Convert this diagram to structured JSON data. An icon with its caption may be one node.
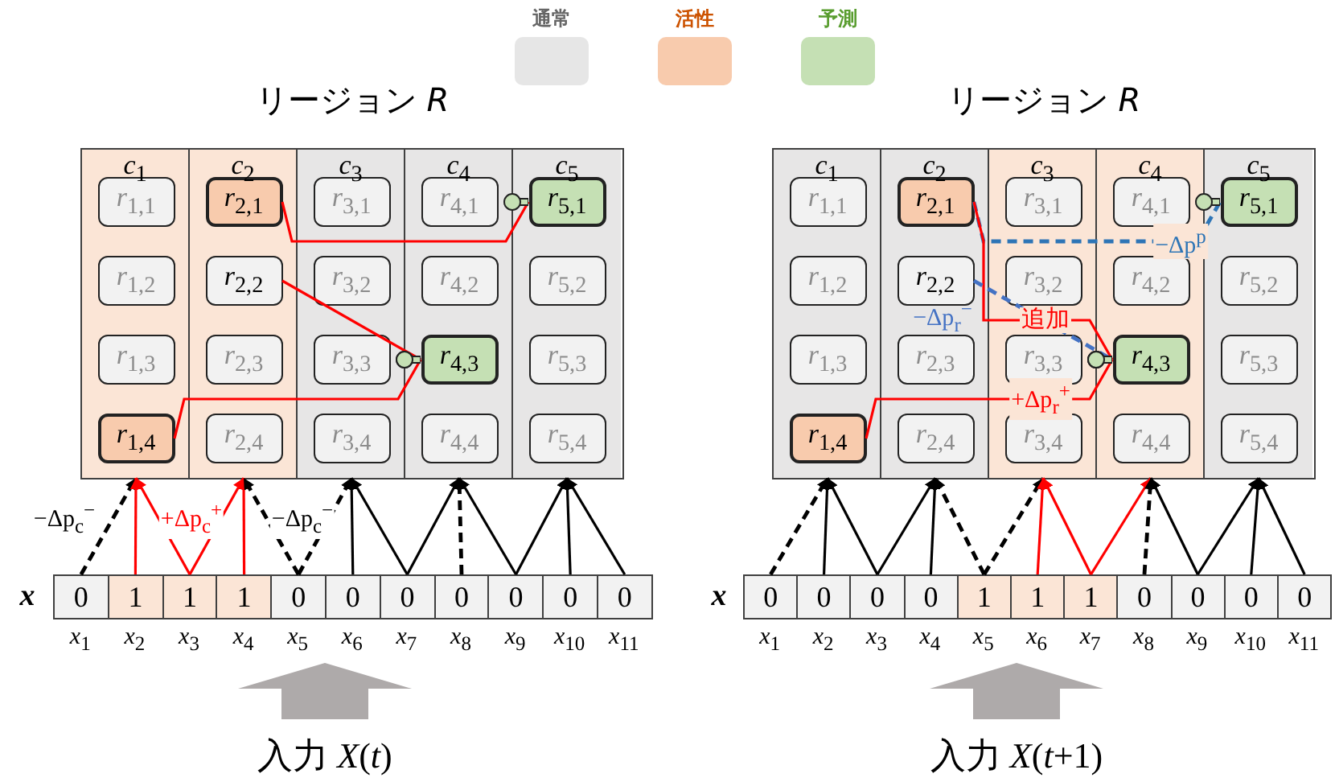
{
  "diagram": {
    "nodes": [
      {
        "text": [
          "リージョン *R*"
        ]
      },
      {
        "text": [
          "c$_{1}$"
        ],
        "in": 0
      },
      {
        "text": [
          "r$_{1,1}$"
        ],
        "in": 1
      },
      {
        "text": [
          "r$_{1,2}$"
        ],
        "in": 1
      },
      {
        "text": [
          "r$_{1,3}$"
        ],
        "in": 1
      },
      {
        "text": [
          "r$_{1,4}$"
        ],
        "in": 1
      },
      {
        "text": [
          "c$_{2}$"
        ],
        "in": 0
      },
      {
        "text": [
          "r$_{2,1}$"
        ],
        "in": 6
      },
      {
        "text": [
          "r$_{2,2}$"
        ],
        "in": 6
      },
      {
        "text": [
          "r$_{2,3}$"
        ],
        "in": 6
      },
      {
        "text": [
          "r$_{2,4}$"
        ],
        "in": 6
      },
      {
        "text": [
          "c$_{3}$"
        ],
        "in": 0
      },
      {
        "text": [
          "r$_{3,1}$"
        ],
        "in": 11
      },
      {
        "text": [
          "r$_{3,2}$"
        ],
        "in": 11
      },
      {
        "text": [
          "r$_{3,3}$"
        ],
        "in": 11
      },
      {
        "text": [
          "r$_{3,4}$"
        ],
        "in": 11
      },
      {
        "text": [
          "c$_{4}$"
        ],
        "in": 0
      },
      {
        "text": [
          "r$_{4,1}$"
        ],
        "in": 16
      },
      {
        "text": [
          "r$_{4,2}$"
        ],
        "in": 16
      },
      {
        "text": [
          "r$_{4,3}$"
        ],
        "in": 16
      },
      {
        "text": [
          "r$_{4,4}$"
        ],
        "in": 16
      },
      {
        "text": [
          "c$_{5}$"
        ],
        "in": 0
      },
      {
        "text": [
          "r$_{5,1}$"
        ],
        "in": 21
      },
      {
        "text": [
          "r$_{5,2}$"
        ],
        "in": 21
      },
      {
        "text": [
          "r$_{5,3}$"
        ],
        "in": 21
      },
      {
        "text": [
          "r$_{5,4}$"
        ],
        "in": 21
      },
      {
        "text": [
          "0"
        ],
        "beside": [
          "x$_{1}$"
        ]
      },
      {
        "text": [
          "1"
        ],
        "beside": [
          "x$_{2}$"
        ]
      },
      {
        "text": [
          "1"
        ],
        "beside": [
          "x$_{3}$"
        ]
      },
      {
        "text": [
          "1"
        ],
        "beside": [
          "x$_{4}$"
        ]
      },
      {
        "text": [
          "0"
        ],
        "beside": [
          "x$_{5}$"
        ]
      },
      {
        "text": [
          "0"
        ],
        "beside": [
          "x$_{6}$"
        ]
      },
      {
        "text": [
          "0"
        ],
        "beside": [
          "x$_{7}$"
        ]
      },
      {
        "text": [
          "0"
        ],
        "beside": [
          "x$_{8}$"
        ]
      },
      {
        "text": [
          "0"
        ],
        "beside": [
          "x$_{9}$"
        ]
      },
      {
        "text": [
          "0"
        ],
        "beside": [
          "x$_{10}$"
        ]
      },
      {
        "text": [
          "0"
        ],
        "beside": [
          "x$_{11}$"
        ]
      },
      {
        "text": [
          "リージョン *R*"
        ]
      },
      {
        "text": [
          "c$_{1}$"
        ],
        "in": 37
      },
      {
        "text": [
          "r$_{1,1}$"
        ],
        "in": 38
      },
      {
        "text": [
          "r$_{1,2}$"
        ],
        "in": 38
      },
      {
        "text": [
          "r$_{1,3}$"
        ],
        "in": 38
      },
      {
        "text": [
          "r$_{1,4}$"
        ],
        "in": 38
      },
      {
        "text": [
          "c$_{2}$"
        ],
        "in": 37
      },
      {
        "text": [
          "r$_{2,1}$"
        ],
        "in": 43
      },
      {
        "text": [
          "r$_{2,2}$"
        ],
        "in": 43
      },
      {
        "text": [
          "r$_{2,3}$"
        ],
        "in": 43
      },
      {
        "text": [
          "r$_{2,4}$"
        ],
        "in": 43
      },
      {
        "text": [
          "c$_{3}$"
        ],
        "in": 37
      },
      {
        "text": [
          "r$_{3,1}$"
        ],
        "in": 48
      },
      {
        "text": [
          "r$_{3,2}$"
        ],
        "in": 48
      },
      {
        "text": [
          "r$_{3,3}$"
        ],
        "in": 48
      },
      {
        "text": [
          "r$_{3,4}$"
        ],
        "in": 48
      },
      {
        "text": [
          "c$_{4}$"
        ],
        "in": 37
      },
      {
        "text": [
          "r$_{4,1}$"
        ],
        "in": 53
      },
      {
        "text": [
          "r$_{4,2}$"
        ],
        "in": 53
      },
      {
        "text": [
          "r$_{4,3}$"
        ],
        "in": 53
      },
      {
        "text": [
          "r$_{4,4}$"
        ],
        "in": 53
      },
      {
        "text": [
          "c$_{5}$"
        ],
        "in": 37
      },
      {
        "text": [
          "r$_{5,1}$"
        ],
        "in": 58
      },
      {
        "text": [
          "r$_{5,2}$"
        ],
        "in": 58
      },
      {
        "text": [
          "r$_{5,3}$"
        ],
        "in": 58
      },
      {
        "text": [
          "r$_{5,4}$"
        ],
        "in": 58
      },
      {
        "text": [
          "0"
        ],
        "beside": [
          "x$_{1}$"
        ]
      },
      {
        "text": [
          "0"
        ],
        "beside": [
          "x$_{2}$"
        ]
      },
      {
        "text": [
          "0"
        ],
        "beside": [
          "x$_{3}$"
        ]
      },
      {
        "text": [
          "0"
        ],
        "beside": [
          "x$_{4}$"
        ]
      },
      {
        "text": [
          "1"
        ],
        "beside": [
          "x$_{5}$"
        ]
      },
      {
        "text": [
          "1"
        ],
        "beside": [
          "x$_{6}$"
        ]
      },
      {
        "text": [
          "1"
        ],
        "beside": [
          "x$_{7}$"
        ]
      },
      {
        "text": [
          "0"
        ],
        "beside": [
          "x$_{8}$"
        ]
      },
      {
        "text": [
          "0"
        ],
        "beside": [
          "x$_{9}$"
        ]
      },
      {
        "text": [
          "0"
        ],
        "beside": [
          "x$_{10}$"
        ]
      },
      {
        "text": [
          "0"
        ],
        "beside": [
          "x$_{11}$"
        ]
      }
    ],
    "edges": [
      {
        "from": 26,
        "to": 1,
        "arrow": "to",
        "style": "dashed",
        "label": "−Δp$_{c}$$^{−}$"
      },
      {
        "from": 27,
        "to": 1,
        "arrow": "to",
        "color": "#ff0000"
      },
      {
        "from": 28,
        "to": 1,
        "arrow": "to",
        "color": "#ff0000",
        "label": "+Δp$_{c}$$^{+}$"
      },
      {
        "from": 28,
        "to": 6,
        "arrow": "to",
        "color": "#ff0000"
      },
      {
        "from": 29,
        "to": 6,
        "arrow": "to",
        "color": "#ff0000"
      },
      {
        "from": 30,
        "to": 6,
        "arrow": "to",
        "style": "dashed",
        "label": "−Δp$_{c}$$^{−}$"
      },
      {
        "from": 30,
        "to": 11,
        "arrow": "to",
        "style": "dashed"
      },
      {
        "from": 31,
        "to": 11,
        "arrow": "to"
      },
      {
        "from": 32,
        "to": 11,
        "arrow": "to"
      },
      {
        "from": 32,
        "to": 16,
        "arrow": "to"
      },
      {
        "from": 33,
        "to": 16,
        "arrow": "to",
        "style": "dashed"
      },
      {
        "from": 34,
        "to": 16,
        "arrow": "to"
      },
      {
        "from": 34,
        "to": 21,
        "arrow": "to"
      },
      {
        "from": 35,
        "to": 21,
        "arrow": "to"
      },
      {
        "from": 36,
        "to": 21,
        "arrow": "to"
      },
      {
        "from": 7,
        "to": 22,
        "arrow": "other",
        "color": "#ff0000"
      },
      {
        "from": 8,
        "to": 19,
        "arrow": "other",
        "color": "#ff0000"
      },
      {
        "from": 5,
        "to": 19,
        "arrow": "other",
        "color": "#ff0000"
      },
      {
        "from": 63,
        "to": 38,
        "arrow": "to",
        "style": "dashed"
      },
      {
        "from": 64,
        "to": 38,
        "arrow": "to"
      },
      {
        "from": 65,
        "to": 38,
        "arrow": "to"
      },
      {
        "from": 65,
        "to": 43,
        "arrow": "to"
      },
      {
        "from": 66,
        "to": 43,
        "arrow": "to"
      },
      {
        "from": 67,
        "to": 43,
        "arrow": "to",
        "style": "dashed"
      },
      {
        "from": 67,
        "to": 48,
        "arrow": "to",
        "style": "dashed"
      },
      {
        "from": 68,
        "to": 48,
        "arrow": "to",
        "color": "#ff0000"
      },
      {
        "from": 69,
        "to": 48,
        "arrow": "to",
        "color": "#ff0000"
      },
      {
        "from": 69,
        "to": 53,
        "arrow": "to",
        "color": "#ff0000"
      },
      {
        "from": 70,
        "to": 53,
        "arrow": "to",
        "style": "dashed"
      },
      {
        "from": 71,
        "to": 53,
        "arrow": "to"
      },
      {
        "from": 71,
        "to": 58,
        "arrow": "to"
      },
      {
        "from": 72,
        "to": 58,
        "arrow": "to"
      },
      {
        "from": 73,
        "to": 58,
        "arrow": "to"
      },
      {
        "from": 44,
        "to": 59,
        "arrow": "other",
        "style": "dashed",
        "color": "#2e75b6",
        "label": "−Δp$^{p}$"
      },
      {
        "from": 44,
        "to": 56,
        "arrow": "other",
        "color": "#ff0000",
        "label": "追加"
      },
      {
        "from": 45,
        "to": 56,
        "arrow": "other",
        "style": "dashed",
        "color": "#4472c4",
        "label": "−Δp$_{r}$$^{−}$"
      },
      {
        "from": 42,
        "to": 56,
        "arrow": "other",
        "color": "#ff0000",
        "label": "+Δp$_{r}$$^{+}$"
      }
    ],
    "labels": [
      "x",
      "x",
      "入力 *X*(*t*)",
      "入力 *X*(*t*+1)"
    ],
    "legend": [
      {
        "text": "通常",
        "color": "#e6e6e6"
      },
      {
        "text": "活性",
        "color": "#f8cbad"
      },
      {
        "text": "予測",
        "color": "#c5e0b4"
      }
    ]
  }
}
